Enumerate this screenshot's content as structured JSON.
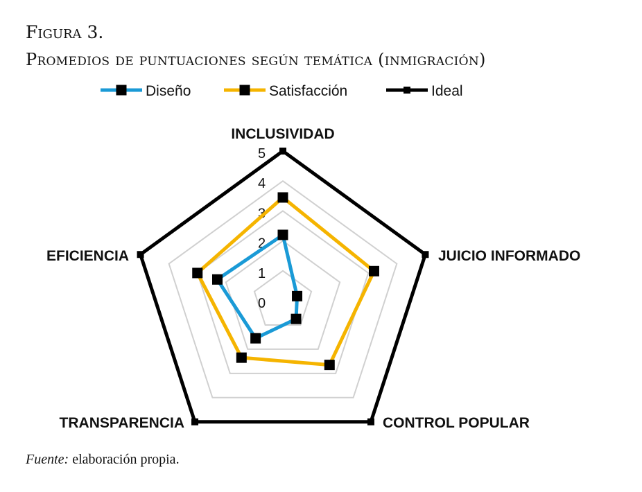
{
  "figure": {
    "label": "Figura 3.",
    "title": "Promedios de puntuaciones según temática (inmigración)",
    "source_prefix": "Fuente:",
    "source_text": " elaboración propia."
  },
  "chart_data": {
    "type": "radar",
    "title": "Promedios de puntuaciones según temática (inmigración)",
    "categories": [
      "INCLUSIVIDAD",
      "JUICIO INFORMADO",
      "CONTROL POPULAR",
      "TRANSPARENCIA",
      "EFICIENCIA"
    ],
    "rlim": [
      0,
      5
    ],
    "ticks": [
      "0",
      "1",
      "2",
      "3",
      "4",
      "5"
    ],
    "grid": true,
    "legend": "top",
    "series": [
      {
        "name": "Diseño",
        "color": "#1a9ad6",
        "values": [
          2.2,
          0.5,
          0.75,
          1.55,
          2.3
        ]
      },
      {
        "name": "Satisfacción",
        "color": "#f5b400",
        "values": [
          3.45,
          3.2,
          2.65,
          2.35,
          3.0
        ]
      },
      {
        "name": "Ideal",
        "color": "#000000",
        "values": [
          5,
          5,
          5,
          5,
          5
        ]
      }
    ]
  }
}
